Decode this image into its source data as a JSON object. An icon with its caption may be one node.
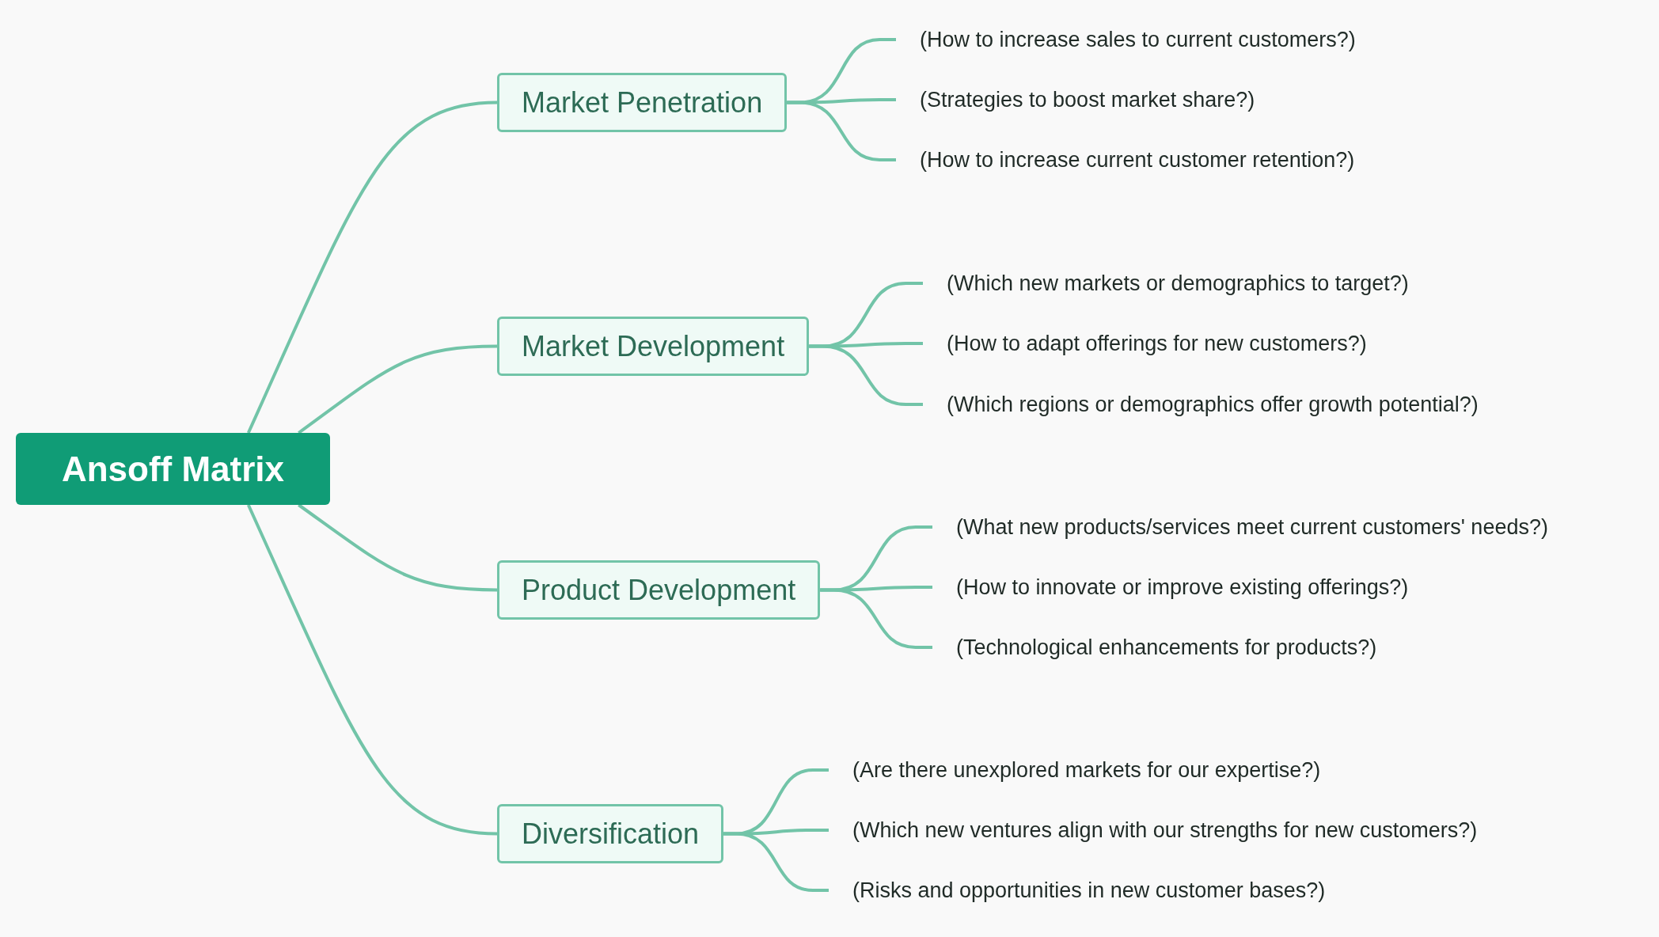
{
  "diagram": {
    "nodes": [
      {
        "text": [
          "Ansoff Matrix"
        ]
      },
      {
        "text": [
          "Market Penetration"
        ]
      },
      {
        "text": [
          "(How to increase sales to current customers?)"
        ]
      },
      {
        "text": [
          "(Strategies to boost market share?)"
        ]
      },
      {
        "text": [
          "(How to increase current customer retention?)"
        ]
      },
      {
        "text": [
          "Market Development"
        ]
      },
      {
        "text": [
          "(Which new markets or demographics to target?)"
        ]
      },
      {
        "text": [
          "(How to adapt offerings for new customers?)"
        ]
      },
      {
        "text": [
          "(Which regions or demographics offer growth potential?)"
        ]
      },
      {
        "text": [
          "Product Development"
        ]
      },
      {
        "text": [
          "(What new products/services meet current customers' needs?)"
        ]
      },
      {
        "text": [
          "(How to innovate or improve existing offerings?)"
        ]
      },
      {
        "text": [
          "(Technological enhancements for products?)"
        ]
      },
      {
        "text": [
          "Diversification"
        ]
      },
      {
        "text": [
          "(Are there unexplored markets for our expertise?)"
        ]
      },
      {
        "text": [
          "(Which new ventures align with our strengths for new customers?)"
        ]
      },
      {
        "text": [
          "(Risks and opportunities in new customer bases?)"
        ]
      }
    ],
    "edges": [
      {
        "from": 0,
        "to": 1,
        "arrow": "none"
      },
      {
        "from": 1,
        "to": 2,
        "arrow": "none"
      },
      {
        "from": 1,
        "to": 3,
        "arrow": "none"
      },
      {
        "from": 1,
        "to": 4,
        "arrow": "none"
      },
      {
        "from": 0,
        "to": 5,
        "arrow": "none"
      },
      {
        "from": 5,
        "to": 6,
        "arrow": "none"
      },
      {
        "from": 5,
        "to": 7,
        "arrow": "none"
      },
      {
        "from": 5,
        "to": 8,
        "arrow": "none"
      },
      {
        "from": 0,
        "to": 9,
        "arrow": "none"
      },
      {
        "from": 9,
        "to": 10,
        "arrow": "none"
      },
      {
        "from": 9,
        "to": 11,
        "arrow": "none"
      },
      {
        "from": 9,
        "to": 12,
        "arrow": "none"
      },
      {
        "from": 0,
        "to": 13,
        "arrow": "none"
      },
      {
        "from": 13,
        "to": 14,
        "arrow": "none"
      },
      {
        "from": 13,
        "to": 15,
        "arrow": "none"
      },
      {
        "from": 13,
        "to": 16,
        "arrow": "none"
      }
    ]
  }
}
